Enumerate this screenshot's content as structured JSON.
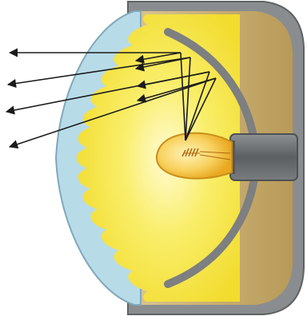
{
  "colors": {
    "background": "#ffffff",
    "housing": "#8a8d8f",
    "housing_dark": "#5f6264",
    "interior": "#c8ac6a",
    "interior_light": "#d9c48e",
    "lens_glass": "#b8dbe8",
    "lens_edge": "#7fa9bb",
    "light_yellow": "#f7e94a",
    "light_core": "#fffbd2",
    "reflector": "#7d7f80",
    "bulb_glass": "#f5c33a",
    "bulb_glow": "#ffe9a0",
    "filament": "#b06a10",
    "socket": "#6f7274",
    "ray": "#1b1b1b"
  },
  "figure": {
    "subject": "headlamp",
    "parts": [
      {
        "name": "housing-shell",
        "icon": "housing"
      },
      {
        "name": "interior-cavity",
        "icon": "cavity"
      },
      {
        "name": "front-lens",
        "icon": "ribbed-lens"
      },
      {
        "name": "curved-reflector",
        "icon": "reflector"
      },
      {
        "name": "light-bulb",
        "icon": "bulb-icon"
      },
      {
        "name": "lamp-socket",
        "icon": "socket"
      }
    ],
    "ray_count": 4
  }
}
